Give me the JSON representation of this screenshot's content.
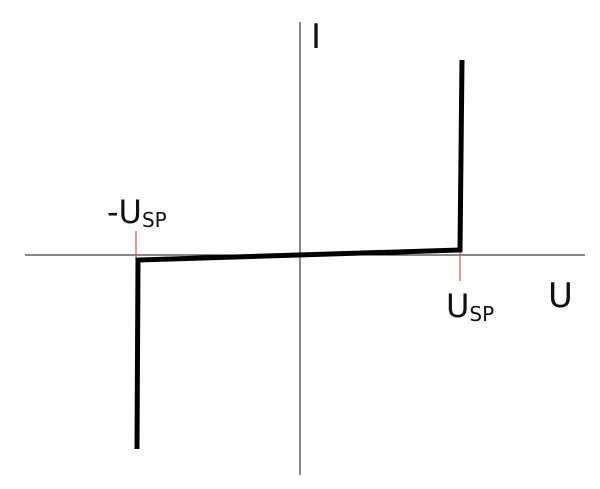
{
  "diagram": {
    "axis_labels": {
      "y": "I",
      "x": "U"
    },
    "markers": {
      "negative": {
        "sign": "-",
        "base": "U",
        "subscript": "SP"
      },
      "positive": {
        "base": "U",
        "subscript": "SP"
      }
    },
    "colors": {
      "axis": "#111111",
      "curve": "#000000",
      "tick": "#e04a4a"
    }
  }
}
